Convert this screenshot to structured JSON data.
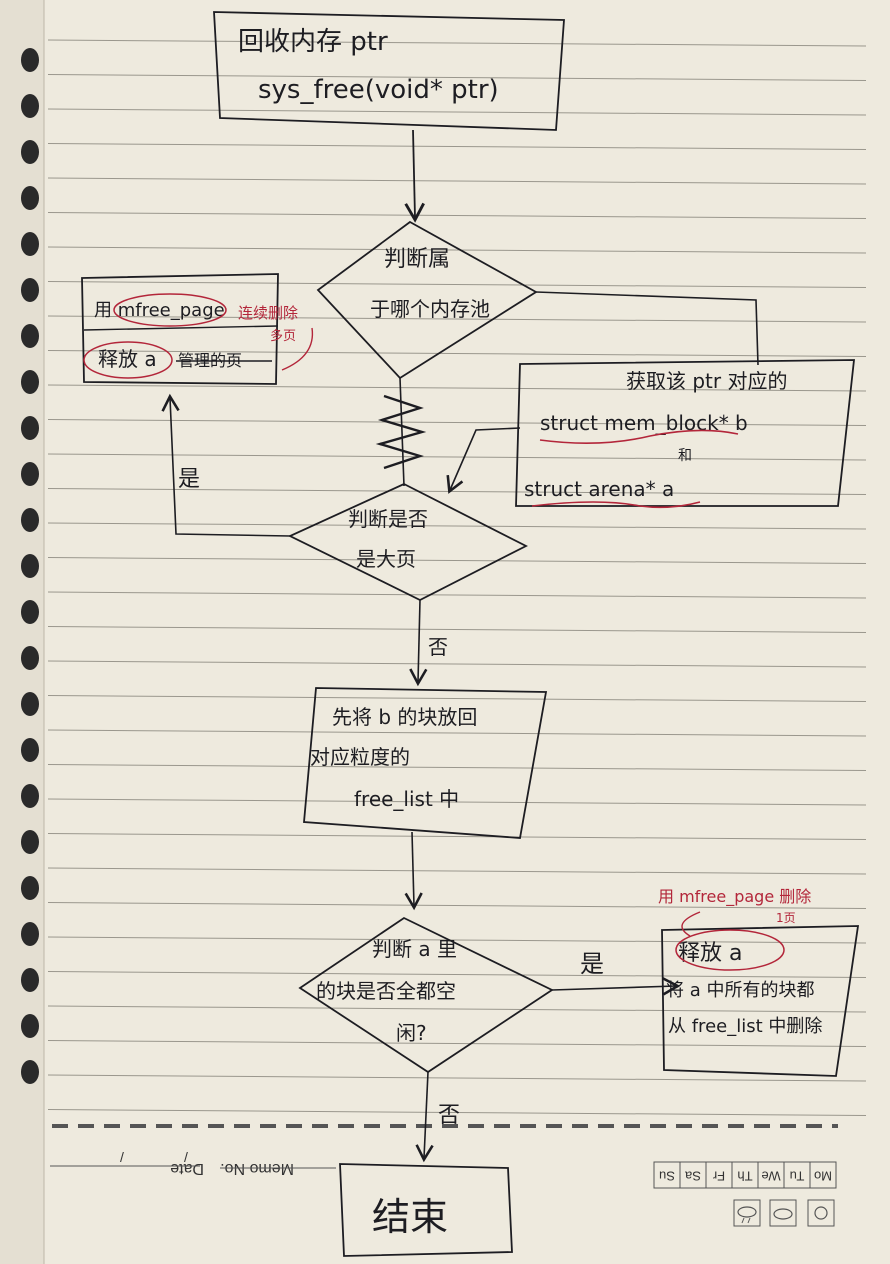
{
  "start_box": {
    "line1": "回收内存 ptr",
    "line2": "sys_free(void* ptr)"
  },
  "decision_pool": {
    "line1": "判断属",
    "line2": "于哪个内存池"
  },
  "get_block_box": {
    "line1": "获取该 ptr 对应的",
    "line2": "struct mem_block* b",
    "line3": "和",
    "line4": "struct arena* a"
  },
  "large_page_box": {
    "line1": "用 mfree_page",
    "line2": "释放 a",
    "line2_struck": "管理的页",
    "note": "连续删除",
    "note2": "多页"
  },
  "decision_large": {
    "line1": "判断是否",
    "line2": "是大页",
    "yes_label": "是",
    "no_label": "否"
  },
  "return_block_box": {
    "line1": "先将 b 的块放回",
    "line2": "对应粒度的",
    "line3": "free_list 中"
  },
  "decision_free": {
    "line1": "判断 a 里",
    "line2": "的块是否全都空",
    "line3": "闲?",
    "yes_label": "是",
    "no_label": "否"
  },
  "release_arena_box": {
    "note": "用 mfree_page 删除",
    "note2": "1页",
    "line1": "释放 a",
    "line2": "将 a 中所有的块都",
    "line3": "从 free_list 中删除"
  },
  "end_box": {
    "label": "结束"
  },
  "memo_footer": {
    "memo_no": "Memo No.",
    "date": "Date",
    "date_slash1": "/",
    "date_slash2": "/",
    "days": [
      "Mo",
      "Tu",
      "We",
      "Th",
      "Fr",
      "Sa",
      "Su"
    ]
  },
  "colors": {
    "paper": "#eeeade",
    "ink": "#1d1d22",
    "red_ink": "#b3263a",
    "ruled_line": "#9a978d"
  }
}
